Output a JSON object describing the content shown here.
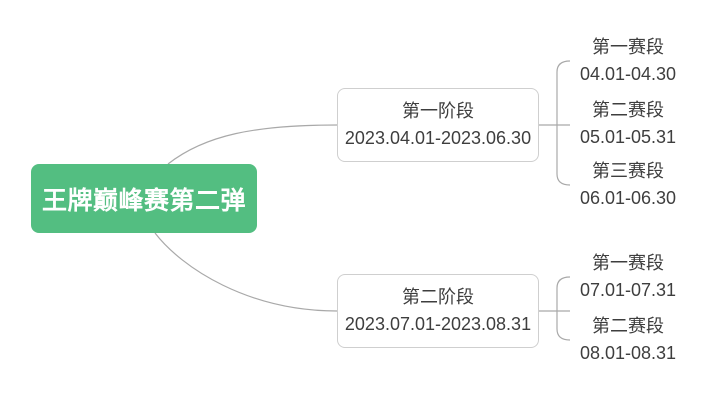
{
  "root": {
    "label": "王牌巅峰赛第二弹"
  },
  "stages": [
    {
      "title": "第一阶段",
      "date_range": "2023.04.01-2023.06.30",
      "segments": [
        {
          "title": "第一赛段",
          "date_range": "04.01-04.30"
        },
        {
          "title": "第二赛段",
          "date_range": "05.01-05.31"
        },
        {
          "title": "第三赛段",
          "date_range": "06.01-06.30"
        }
      ]
    },
    {
      "title": "第二阶段",
      "date_range": "2023.07.01-2023.08.31",
      "segments": [
        {
          "title": "第一赛段",
          "date_range": "07.01-07.31"
        },
        {
          "title": "第二赛段",
          "date_range": "08.01-08.31"
        }
      ]
    }
  ],
  "colors": {
    "root_bg": "#53be81",
    "root_text": "#ffffff",
    "node_bg": "#ffffff",
    "node_border": "#cfcfcf",
    "text": "#3e3e3e",
    "connector": "#a9a9a9",
    "background": "#ffffff"
  }
}
